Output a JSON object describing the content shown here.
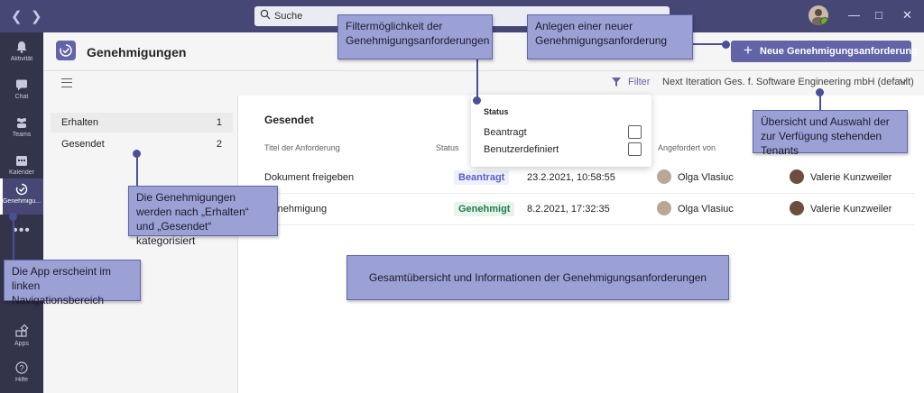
{
  "search": {
    "placeholder": "Suche"
  },
  "rail": [
    {
      "label": "Aktivität",
      "icon": "bell-icon"
    },
    {
      "label": "Chat",
      "icon": "chat-icon"
    },
    {
      "label": "Teams",
      "icon": "teams-icon"
    },
    {
      "label": "Kalender",
      "icon": "calendar-icon"
    },
    {
      "label": "Genehmigu...",
      "icon": "approvals-icon",
      "active": true
    },
    {
      "label": "Apps",
      "icon": "apps-icon"
    },
    {
      "label": "Hilfe",
      "icon": "help-icon"
    }
  ],
  "app": {
    "title": "Genehmigungen",
    "new_button": "Neue Genehmigungsanforderung"
  },
  "toolbar": {
    "filter": "Filter",
    "tenant": "Next Iteration Ges. f. Software Engineering mbH (default)"
  },
  "categories": [
    {
      "label": "Erhalten",
      "count": "1"
    },
    {
      "label": "Gesendet",
      "count": "2"
    }
  ],
  "main": {
    "section_title": "Gesendet",
    "columns": [
      "Titel der Anforderung",
      "Status",
      "Angefordert von"
    ],
    "rows": [
      {
        "title": "Dokument freigeben",
        "status": "Beantragt",
        "date": "23.2.2021, 10:58:55",
        "requester": "Olga Vlasiuc",
        "approver": "Valerie Kunzweiler"
      },
      {
        "title": "Genehmigung",
        "status": "Genehmigt",
        "date": "8.2.2021, 17:32:35",
        "requester": "Olga Vlasiuc",
        "approver": "Valerie Kunzweiler"
      }
    ]
  },
  "filter_dropdown": {
    "heading": "Status",
    "options": [
      "Beantragt",
      "Benutzerdefiniert"
    ]
  },
  "callouts": {
    "filter": "Filtermöglichkeit der Genehmigungsanforderungen",
    "new": "Anlegen einer neuer Genehmigungsanforderung",
    "tenant": "Übersicht und Auswahl der zur Verfügung stehenden Tenants",
    "categories": "Die Genehmigungen werden nach „Erhalten“ und „Gesendet“ kategorisiert",
    "nav": "Die App erscheint im linken Navigationsbereich",
    "overview": "Gesamtübersicht und Informationen der Genehmigungsanforderungen"
  },
  "colors": {
    "titlebar": "#464775",
    "rail": "#33344a",
    "accent": "#6264a7",
    "callout": "#9ba1d5",
    "approved": "#237b4b"
  }
}
